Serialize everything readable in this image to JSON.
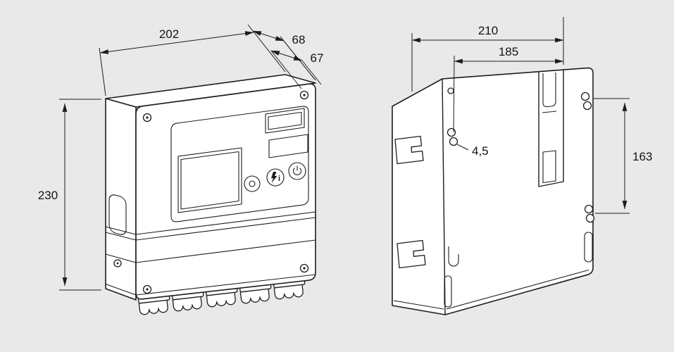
{
  "diagram": {
    "background_color": "#e9e9e9",
    "line_color": "#1d1d1d",
    "face_color": "#ffffff",
    "views": {
      "front_perspective": {
        "dims": {
          "width": "202",
          "depth_total": "68",
          "depth_housing": "67",
          "height": "230"
        },
        "buttons": {
          "info_glyph": "i"
        },
        "icons": [
          "display-icon",
          "ok-button-icon",
          "reset-info-button-icon",
          "power-button-icon"
        ]
      },
      "rear": {
        "dims": {
          "overall_width": "210",
          "mount_hole_spacing_h": "185",
          "mount_hole_diameter": "4,5",
          "mount_hole_spacing_v": "163"
        }
      }
    }
  }
}
